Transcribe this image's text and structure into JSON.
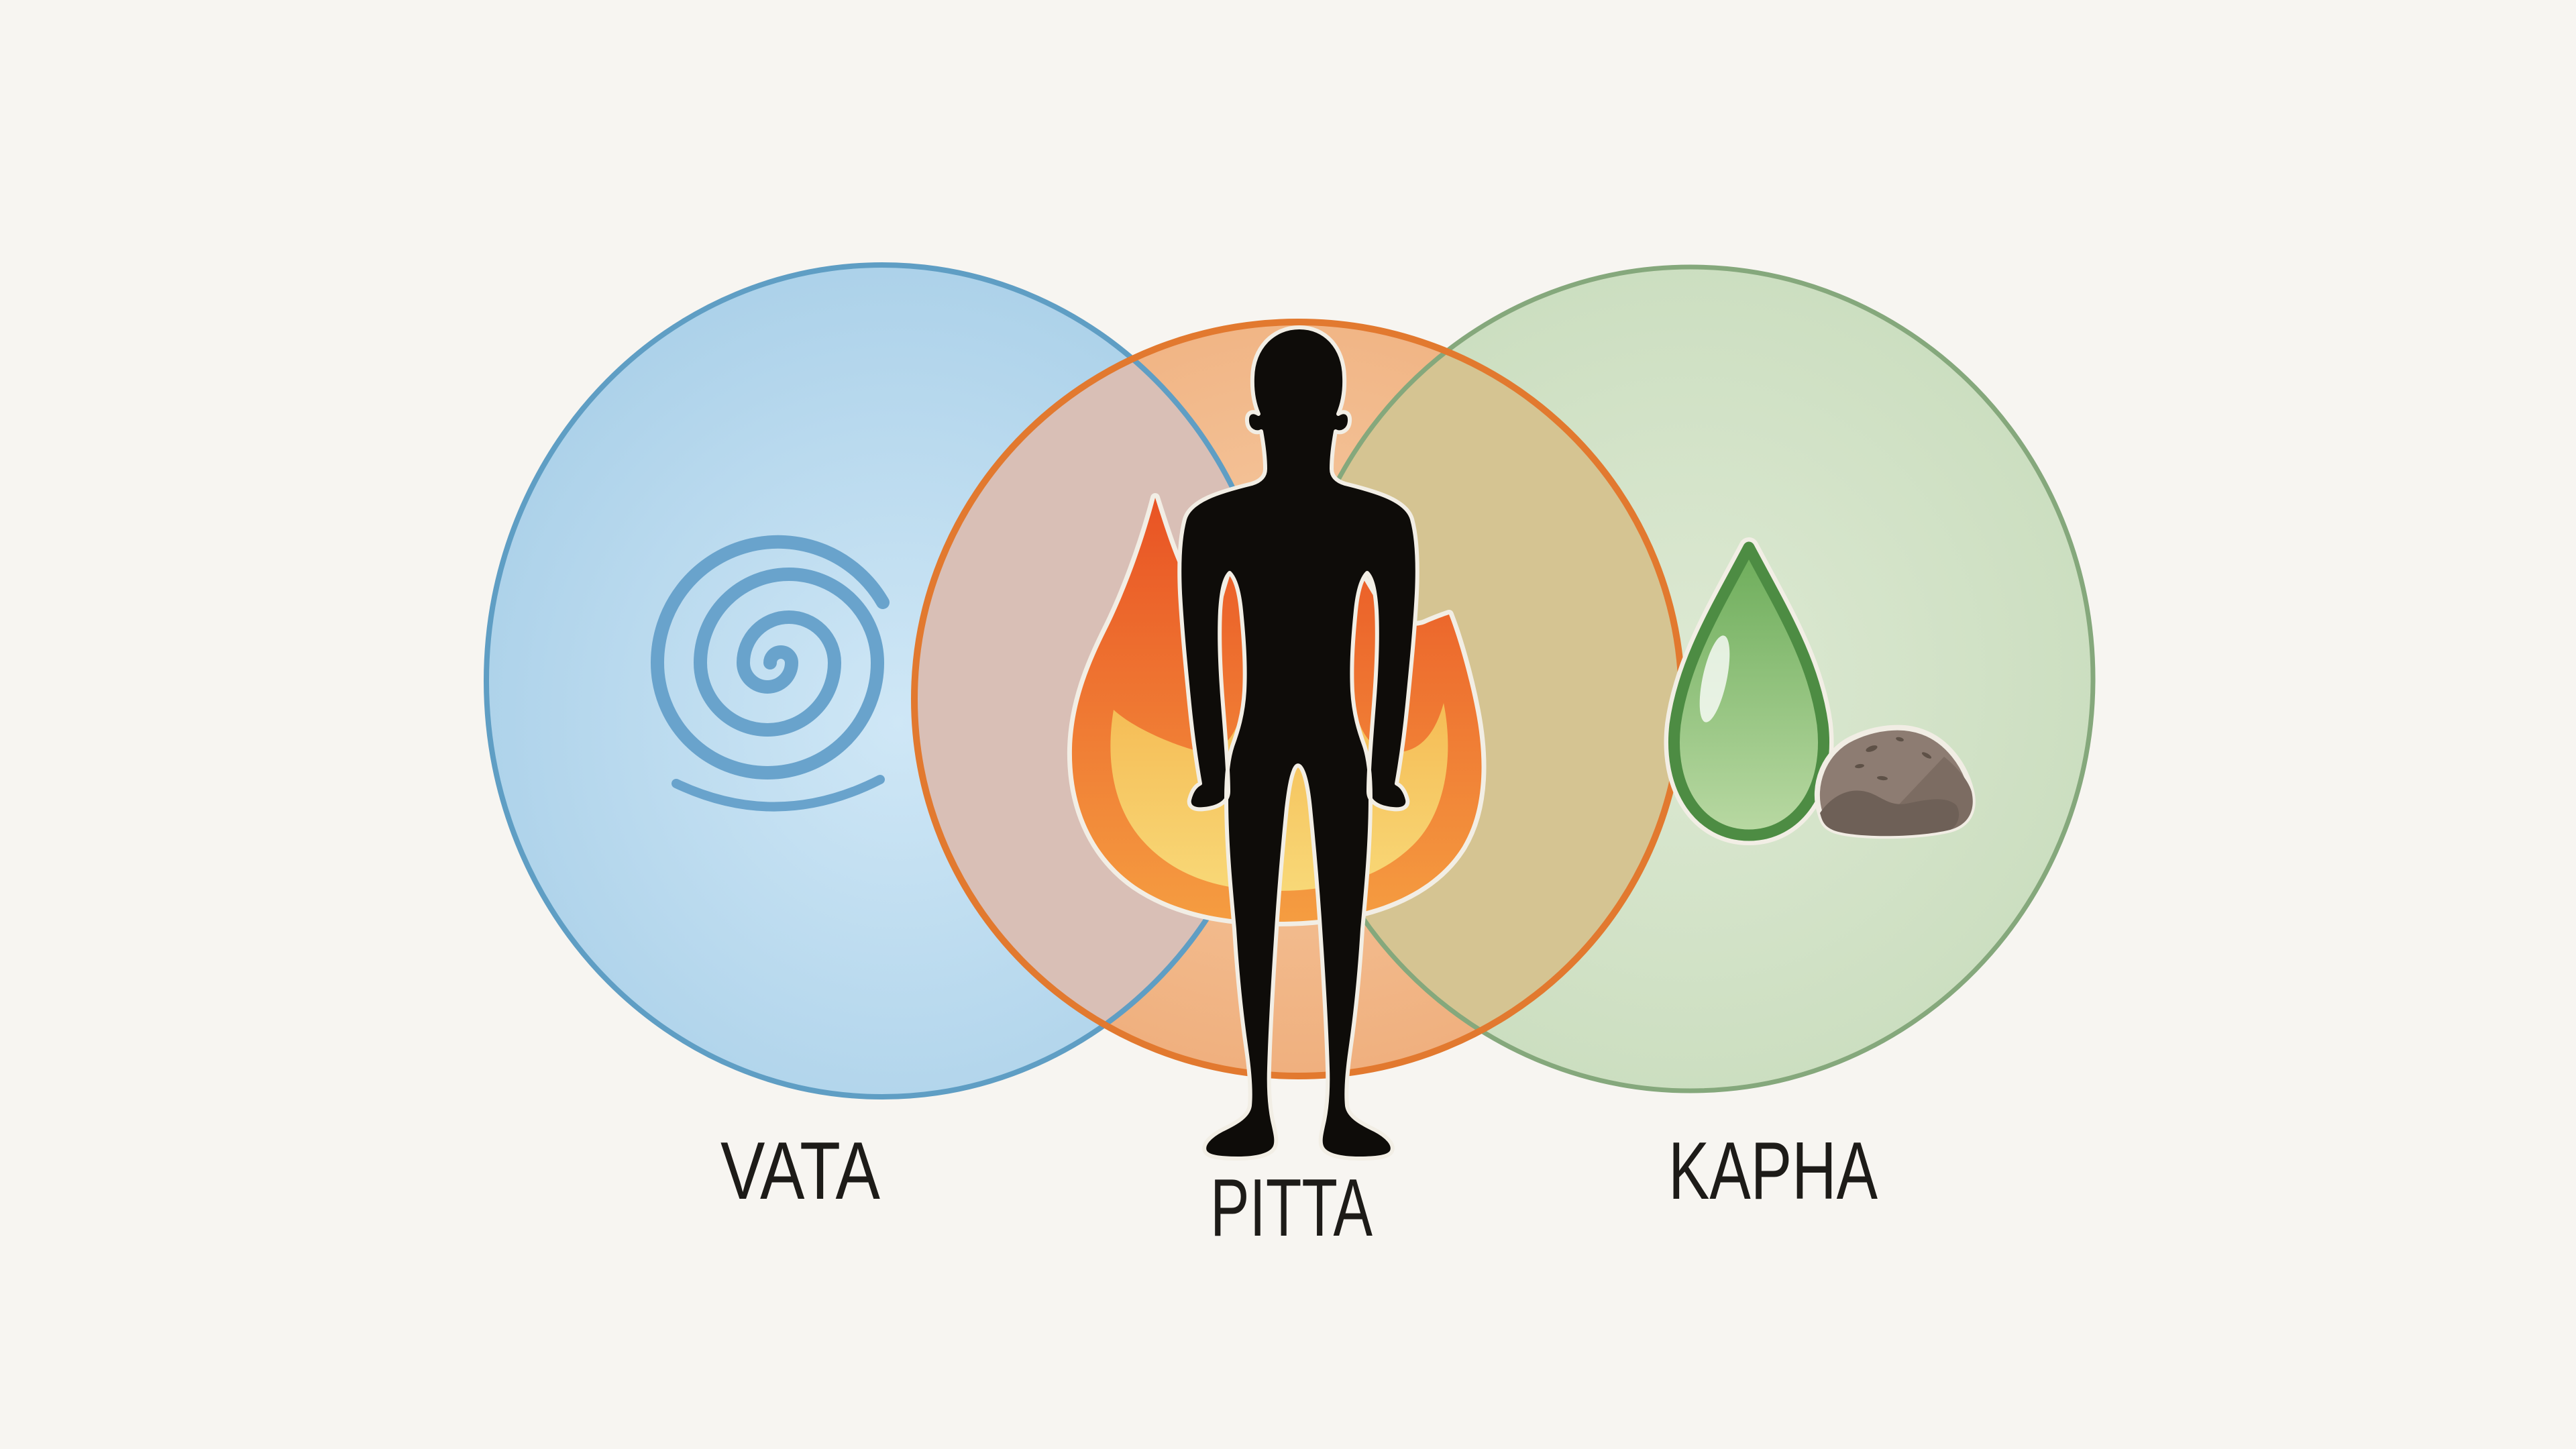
{
  "diagram": {
    "type": "venn",
    "sets": [
      {
        "label": "VATA",
        "symbol": "wind-spiral-icon",
        "circle_fill": "#c7e1f2",
        "border": "#5f9ec4"
      },
      {
        "label": "PITTA",
        "symbol": "flame-and-human-silhouette",
        "circle_fill": "#f4c59b",
        "border": "#e2792f"
      },
      {
        "label": "KAPHA",
        "symbol": "water-drop-and-stone-icon",
        "circle_fill": "#d5e3ca",
        "border": "#85a87c"
      }
    ],
    "overlaps": [
      {
        "between": "VATA-PITTA",
        "color": "#d9bfb6"
      },
      {
        "between": "PITTA-KAPHA",
        "color": "#d5c492"
      }
    ]
  },
  "colors": {
    "background": "#f7f5f1",
    "label_text": "#1d1b18",
    "vata_fill_center": "#cfe7f6",
    "vata_fill_edge": "#a8cfe8",
    "vata_border": "#5f9ec4",
    "vata_symbol": "#69a3cc",
    "pitta_fill_center": "#f6cda6",
    "pitta_fill_edge": "#efac79",
    "pitta_border": "#e2792f",
    "kapha_fill_center": "#dde9d3",
    "kapha_fill_edge": "#c8dcbc",
    "kapha_border": "#85a87c",
    "overlap_vata_pitta": "#d9bfb6",
    "overlap_pitta_kapha": "#d5c492",
    "flame_outer_top": "#e84e22",
    "flame_outer_bottom": "#f59d41",
    "flame_inner_top": "#f3a93e",
    "flame_inner_bottom": "#f8d877",
    "silhouette": "#0e0c09",
    "icon_outline": "#f2eee5",
    "drop_border": "#4d8c43",
    "drop_top": "#6fae5c",
    "drop_bottom": "#b9d9a3",
    "drop_gloss": "#ffffff",
    "stone_body": "#8d7c72",
    "stone_shadow": "#6e6057",
    "stone_facet": "#7c6c62",
    "stone_speckle": "#5e5147",
    "stone_outline": "#f1ede4"
  }
}
